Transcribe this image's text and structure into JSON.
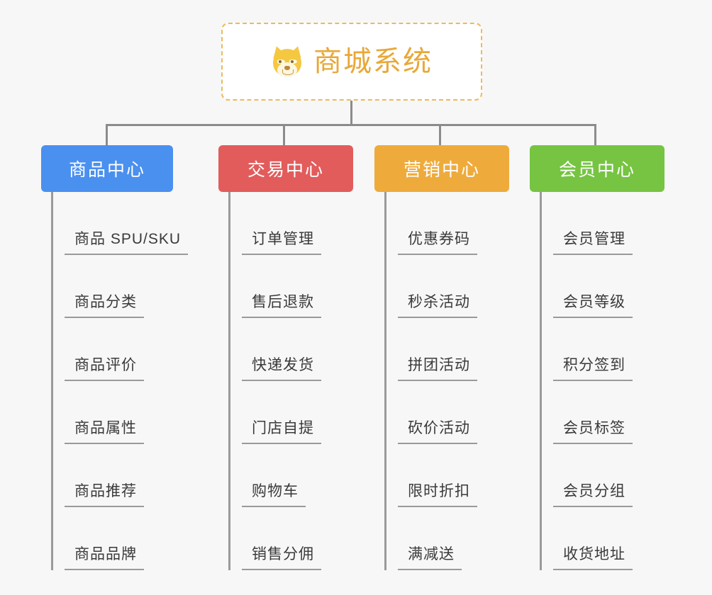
{
  "page": {
    "background_color": "#f7f7f7",
    "line_color": "#8c8c8c"
  },
  "root": {
    "title": "商城系统",
    "icon": "shiba-dog-face-icon",
    "text_color": "#e8a838",
    "border_color": "#eeb95a",
    "background_color": "#ffffff"
  },
  "columns": [
    {
      "id": "product-center",
      "header": "商品中心",
      "color": "#4a90ef",
      "width_class": "w-blue",
      "items": [
        "商品 SPU/SKU",
        "商品分类",
        "商品评价",
        "商品属性",
        "商品推荐",
        "商品品牌"
      ]
    },
    {
      "id": "trade-center",
      "header": "交易中心",
      "color": "#e25c5c",
      "width_class": "w-red",
      "items": [
        "订单管理",
        "售后退款",
        "快递发货",
        "门店自提",
        "购物车",
        "销售分佣"
      ]
    },
    {
      "id": "marketing-center",
      "header": "营销中心",
      "color": "#eeab3c",
      "width_class": "w-orange",
      "items": [
        "优惠券码",
        "秒杀活动",
        "拼团活动",
        "砍价活动",
        "限时折扣",
        "满减送"
      ]
    },
    {
      "id": "member-center",
      "header": "会员中心",
      "color": "#76c442",
      "width_class": "w-green",
      "items": [
        "会员管理",
        "会员等级",
        "积分签到",
        "会员标签",
        "会员分组",
        "收货地址"
      ]
    }
  ]
}
